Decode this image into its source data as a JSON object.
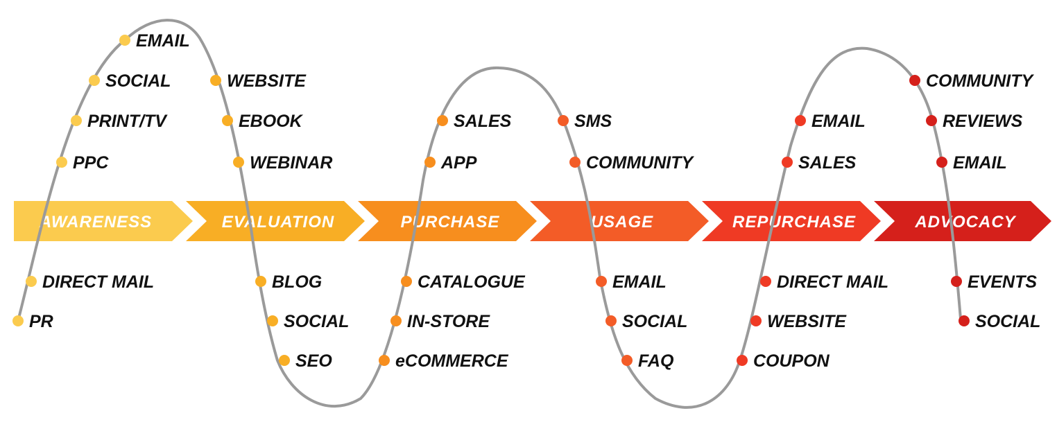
{
  "stages": [
    {
      "label": "AWARENESS",
      "color": "#fbcb4e",
      "touchpoints": [
        "EMAIL",
        "SOCIAL",
        "PRINT/TV",
        "PPC",
        "DIRECT MAIL",
        "PR"
      ]
    },
    {
      "label": "EVALUATION",
      "color": "#f8ae25",
      "touchpoints": [
        "WEBSITE",
        "EBOOK",
        "WEBINAR",
        "BLOG",
        "SOCIAL",
        "SEO"
      ]
    },
    {
      "label": "PURCHASE",
      "color": "#f78e1e",
      "touchpoints": [
        "SALES",
        "APP",
        "CATALOGUE",
        "IN-STORE",
        "eCOMMERCE"
      ]
    },
    {
      "label": "USAGE",
      "color": "#f35c27",
      "touchpoints": [
        "SMS",
        "COMMUNITY",
        "EMAIL",
        "SOCIAL",
        "FAQ"
      ]
    },
    {
      "label": "REPURCHASE",
      "color": "#ef3a24",
      "touchpoints": [
        "EMAIL",
        "SALES",
        "DIRECT MAIL",
        "WEBSITE",
        "COUPON"
      ]
    },
    {
      "label": "ADVOCACY",
      "color": "#d5201b",
      "touchpoints": [
        "COMMUNITY",
        "REVIEWS",
        "EMAIL",
        "EVENTS",
        "SOCIAL"
      ]
    }
  ],
  "curve_color": "#9a9a9a"
}
